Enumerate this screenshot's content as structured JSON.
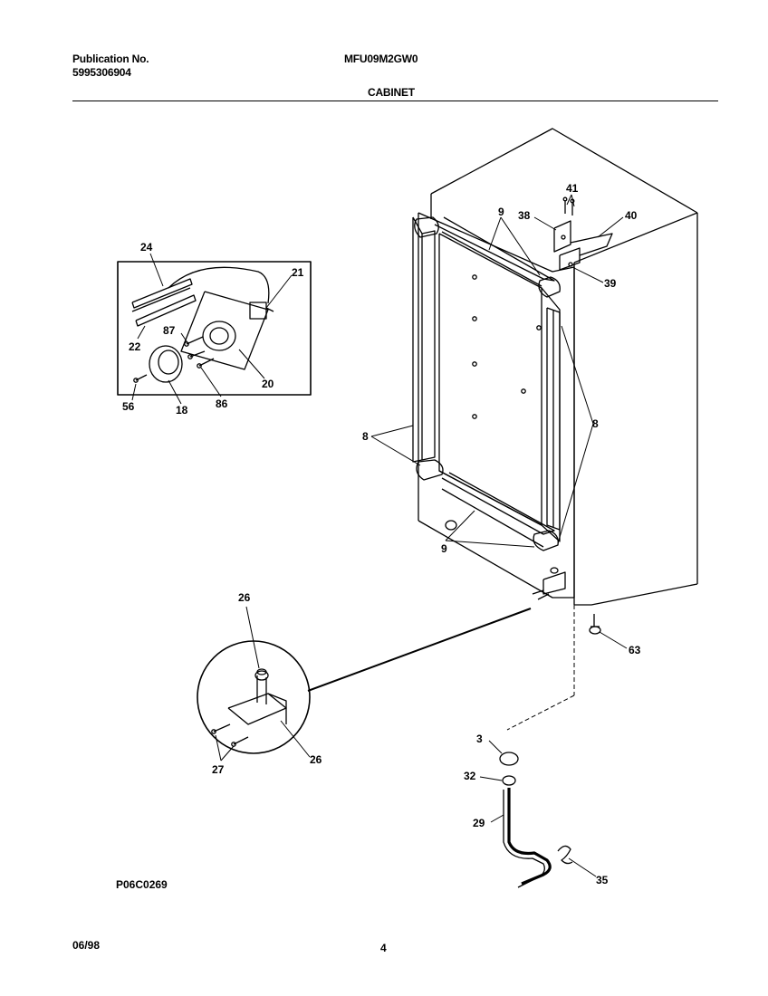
{
  "header": {
    "publication_label": "Publication No.",
    "publication_number": "5995306904",
    "model": "MFU09M2GW0",
    "section": "CABINET"
  },
  "callouts": {
    "c41": "41",
    "c38": "38",
    "c40": "40",
    "c39": "39",
    "c9_top": "9",
    "c9_bottom": "9",
    "c8_left": "8",
    "c8_right": "8",
    "c63": "63",
    "c24": "24",
    "c21": "21",
    "c22": "22",
    "c87": "87",
    "c20": "20",
    "c56": "56",
    "c18": "18",
    "c86": "86",
    "c26_top": "26",
    "c26_right": "26",
    "c27": "27",
    "c3": "3",
    "c32": "32",
    "c29": "29",
    "c35": "35"
  },
  "footer": {
    "figure_code": "P06C0269",
    "date": "06/98",
    "page": "4"
  }
}
